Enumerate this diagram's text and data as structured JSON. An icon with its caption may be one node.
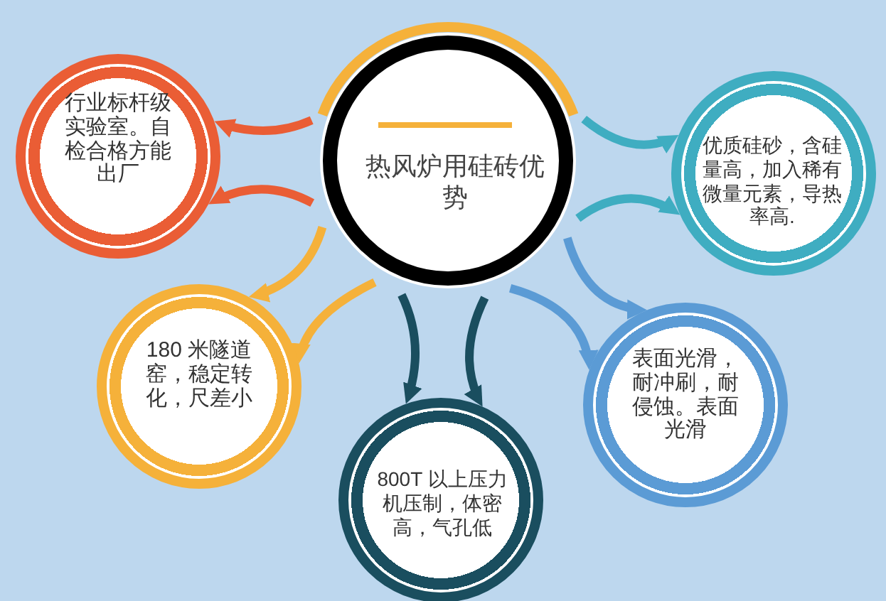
{
  "diagram": {
    "nodes": [
      {
        "text": [
          "热风炉用硅砖优势"
        ]
      },
      {
        "text": [
          "行业标杆级实验室。自检合格方能出厂"
        ]
      },
      {
        "text": [
          "优质硅砂，含硅量高，加入稀有微量元素，导热率高."
        ]
      },
      {
        "text": [
          "180 米隧道窑，稳定转化，尺差小"
        ]
      },
      {
        "text": [
          "800T 以上压力机压制，体密高，气孔低"
        ]
      },
      {
        "text": [
          "表面光滑，耐冲刷，耐侵蚀。表面光滑"
        ]
      }
    ],
    "edges": [
      {
        "from": 0,
        "to": 1,
        "arrow": "to",
        "color": "#ea5d35"
      },
      {
        "from": 0,
        "to": 1,
        "arrow": "to",
        "color": "#ea5d35"
      },
      {
        "from": 0,
        "to": 2,
        "arrow": "to",
        "color": "#3fadc1"
      },
      {
        "from": 0,
        "to": 2,
        "arrow": "to",
        "color": "#3fadc1"
      },
      {
        "from": 0,
        "to": 3,
        "arrow": "to",
        "color": "#f5b13a"
      },
      {
        "from": 0,
        "to": 3,
        "arrow": "to",
        "color": "#f5b13a"
      },
      {
        "from": 0,
        "to": 4,
        "arrow": "to",
        "color": "#1a4e5f"
      },
      {
        "from": 0,
        "to": 4,
        "arrow": "to",
        "color": "#1a4e5f"
      },
      {
        "from": 0,
        "to": 5,
        "arrow": "to",
        "color": "#5b9bd5"
      },
      {
        "from": 0,
        "to": 5,
        "arrow": "to",
        "color": "#5b9bd5"
      }
    ]
  }
}
